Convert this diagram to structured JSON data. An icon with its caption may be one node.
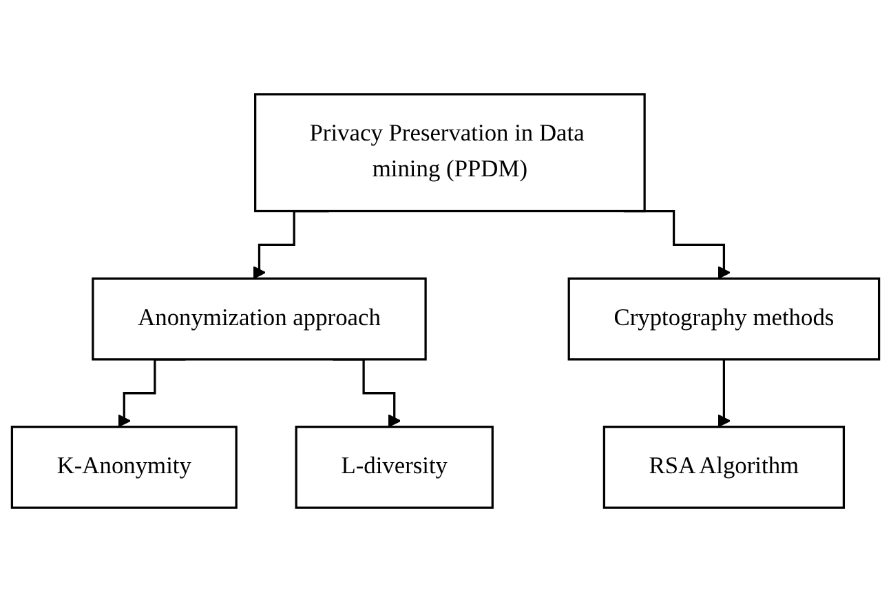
{
  "diagram": {
    "nodes": [
      {
        "text": [
          "Privacy Preservation in Data mining (PPDM)"
        ]
      },
      {
        "text": [
          "Anonymization approach"
        ]
      },
      {
        "text": [
          "Cryptography methods"
        ]
      },
      {
        "text": [
          "K-Anonymity"
        ]
      },
      {
        "text": [
          "L-diversity"
        ]
      },
      {
        "text": [
          "RSA Algorithm"
        ]
      }
    ],
    "edges": [
      {
        "from": 0,
        "to": 1,
        "arrow": "to"
      },
      {
        "from": 0,
        "to": 2,
        "arrow": "to"
      },
      {
        "from": 1,
        "to": 3,
        "arrow": "to"
      },
      {
        "from": 1,
        "to": 4,
        "arrow": "to"
      },
      {
        "from": 2,
        "to": 5,
        "arrow": "to"
      }
    ]
  }
}
